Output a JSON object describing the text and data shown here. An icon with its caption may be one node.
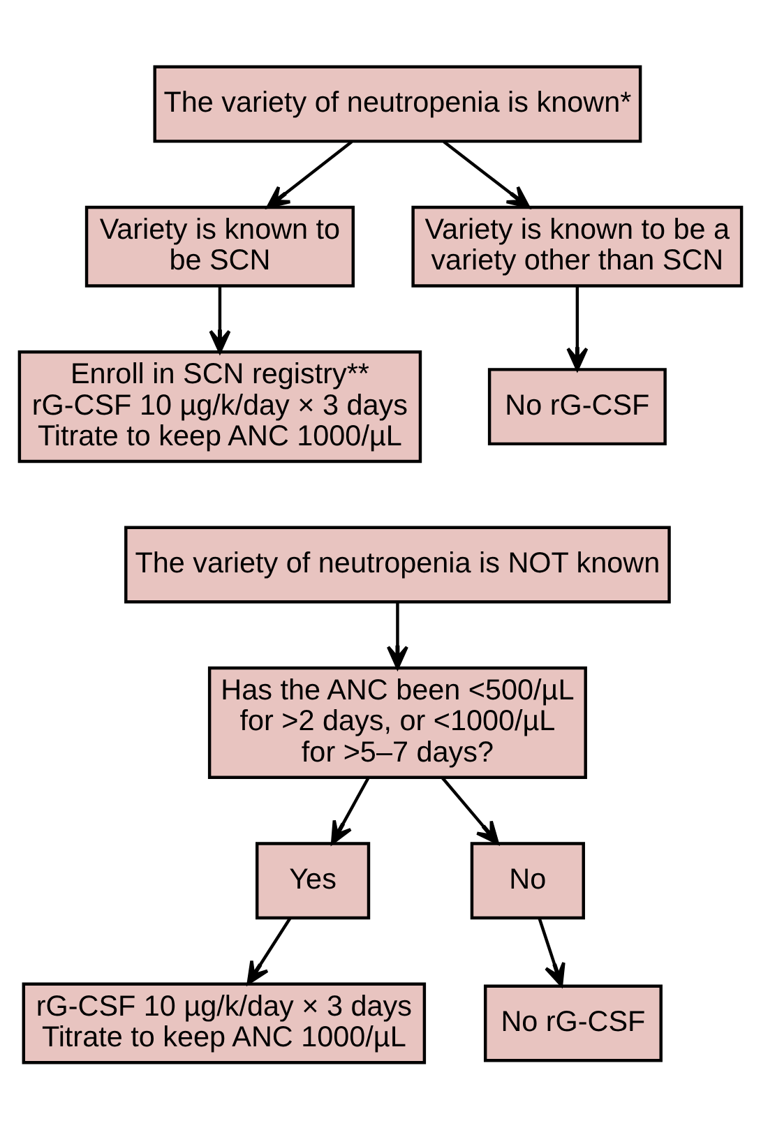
{
  "diagram": {
    "nodes": [
      {
        "text": [
          "The variety of neutropenia is known*"
        ]
      },
      {
        "text": [
          "Variety is known to be SCN"
        ]
      },
      {
        "text": [
          "Variety is known to be a variety other than SCN"
        ]
      },
      {
        "text": [
          "Enroll in SCN registry**",
          "rG-CSF 10 µg/k/day × 3 days",
          "Titrate to keep ANC 1000/µL"
        ]
      },
      {
        "text": [
          "No rG-CSF"
        ]
      },
      {
        "text": [
          "The variety of neutropenia is NOT known"
        ]
      },
      {
        "text": [
          "Has the ANC been <500/µL for >2 days, or <1000/µL for >5–7 days?"
        ]
      },
      {
        "text": [
          "Yes"
        ]
      },
      {
        "text": [
          "No"
        ]
      },
      {
        "text": [
          "rG-CSF 10 µg/k/day × 3 days",
          "Titrate to keep ANC 1000/µL"
        ]
      },
      {
        "text": [
          "No rG-CSF"
        ]
      }
    ],
    "edges": [
      {
        "from": 0,
        "to": 1,
        "arrow": "to"
      },
      {
        "from": 0,
        "to": 2,
        "arrow": "to"
      },
      {
        "from": 1,
        "to": 3,
        "arrow": "to"
      },
      {
        "from": 2,
        "to": 4,
        "arrow": "to"
      },
      {
        "from": 5,
        "to": 6,
        "arrow": "to"
      },
      {
        "from": 6,
        "to": 7,
        "arrow": "to"
      },
      {
        "from": 6,
        "to": 8,
        "arrow": "to"
      },
      {
        "from": 7,
        "to": 9,
        "arrow": "to"
      },
      {
        "from": 8,
        "to": 10,
        "arrow": "to"
      }
    ]
  }
}
